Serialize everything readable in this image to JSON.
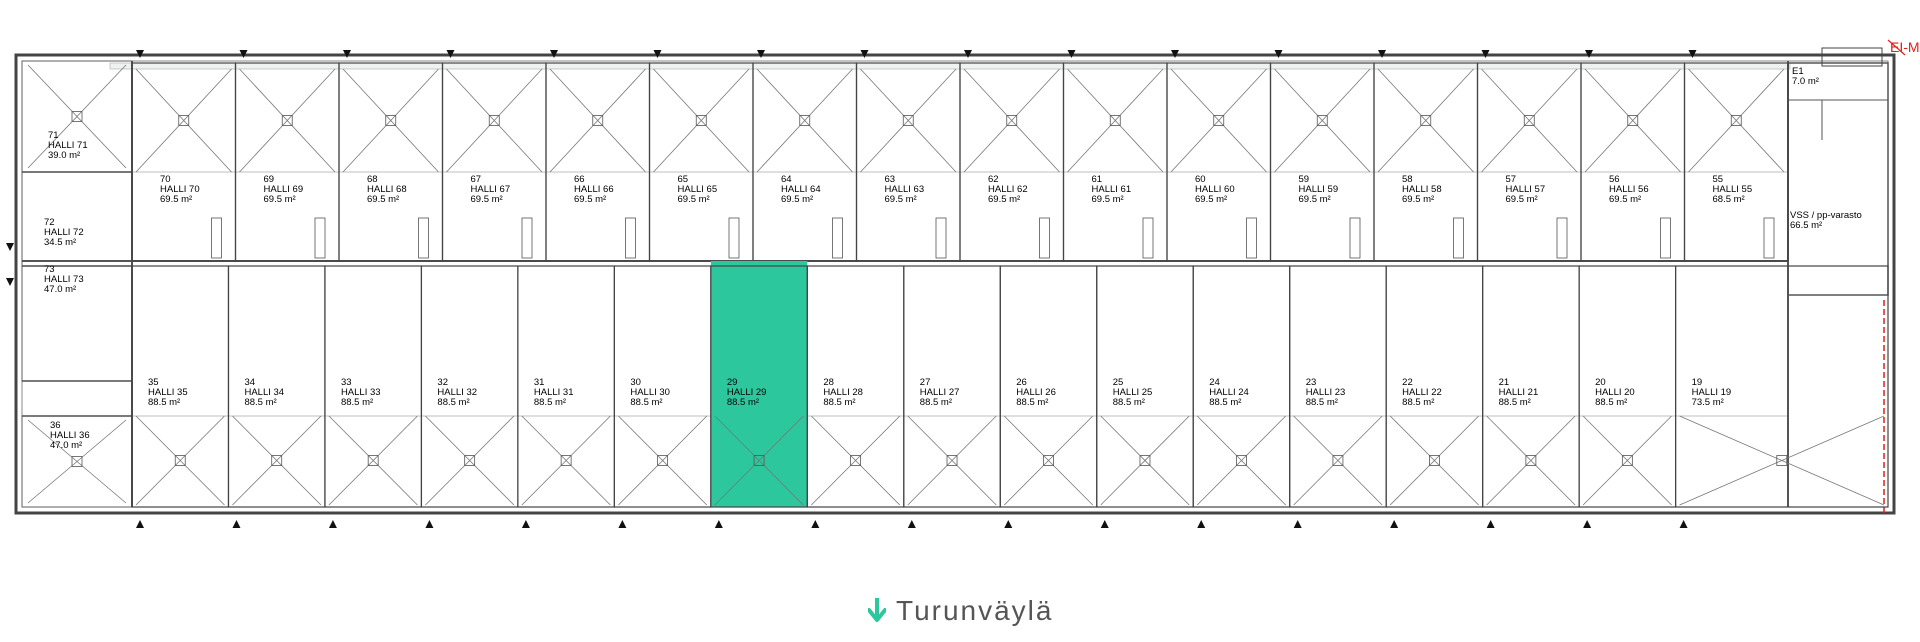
{
  "colors": {
    "highlight": "#2cc79d",
    "line": "#444444",
    "exit": "#e0201a",
    "arrow": "#2cc79d",
    "street": "#555555"
  },
  "exit_label": "EI-M",
  "street": {
    "name": "Turunväylä",
    "icon": "arrow-down-icon"
  },
  "highlighted_unit": "29",
  "top_units": [
    {
      "num": "70",
      "name": "HALLI 70",
      "area": "69.5 m²"
    },
    {
      "num": "69",
      "name": "HALLI 69",
      "area": "69.5 m²"
    },
    {
      "num": "68",
      "name": "HALLI 68",
      "area": "69.5 m²"
    },
    {
      "num": "67",
      "name": "HALLI 67",
      "area": "69.5 m²"
    },
    {
      "num": "66",
      "name": "HALLI 66",
      "area": "69.5 m²"
    },
    {
      "num": "65",
      "name": "HALLI 65",
      "area": "69.5 m²"
    },
    {
      "num": "64",
      "name": "HALLI 64",
      "area": "69.5 m²"
    },
    {
      "num": "63",
      "name": "HALLI 63",
      "area": "69.5 m²"
    },
    {
      "num": "62",
      "name": "HALLI 62",
      "area": "69.5 m²"
    },
    {
      "num": "61",
      "name": "HALLI 61",
      "area": "69.5 m²"
    },
    {
      "num": "60",
      "name": "HALLI 60",
      "area": "69.5 m²"
    },
    {
      "num": "59",
      "name": "HALLI 59",
      "area": "69.5 m²"
    },
    {
      "num": "58",
      "name": "HALLI 58",
      "area": "69.5 m²"
    },
    {
      "num": "57",
      "name": "HALLI 57",
      "area": "69.5 m²"
    },
    {
      "num": "56",
      "name": "HALLI 56",
      "area": "69.5 m²"
    },
    {
      "num": "55",
      "name": "HALLI 55",
      "area": "68.5 m²"
    }
  ],
  "bottom_units": [
    {
      "num": "35",
      "name": "HALLI 35",
      "area": "88.5 m²"
    },
    {
      "num": "34",
      "name": "HALLI 34",
      "area": "88.5 m²"
    },
    {
      "num": "33",
      "name": "HALLI 33",
      "area": "88.5 m²"
    },
    {
      "num": "32",
      "name": "HALLI 32",
      "area": "88.5 m²"
    },
    {
      "num": "31",
      "name": "HALLI 31",
      "area": "88.5 m²"
    },
    {
      "num": "30",
      "name": "HALLI 30",
      "area": "88.5 m²"
    },
    {
      "num": "29",
      "name": "HALLI 29",
      "area": "88.5 m²"
    },
    {
      "num": "28",
      "name": "HALLI 28",
      "area": "88.5 m²"
    },
    {
      "num": "27",
      "name": "HALLI 27",
      "area": "88.5 m²"
    },
    {
      "num": "26",
      "name": "HALLI 26",
      "area": "88.5 m²"
    },
    {
      "num": "25",
      "name": "HALLI 25",
      "area": "88.5 m²"
    },
    {
      "num": "24",
      "name": "HALLI 24",
      "area": "88.5 m²"
    },
    {
      "num": "23",
      "name": "HALLI 23",
      "area": "88.5 m²"
    },
    {
      "num": "22",
      "name": "HALLI 22",
      "area": "88.5 m²"
    },
    {
      "num": "21",
      "name": "HALLI 21",
      "area": "88.5 m²"
    },
    {
      "num": "20",
      "name": "HALLI 20",
      "area": "88.5 m²"
    },
    {
      "num": "19",
      "name": "HALLI 19",
      "area": "73.5 m²"
    }
  ],
  "left_units": [
    {
      "num": "71",
      "name": "HALLI 71",
      "area": "39.0 m²"
    },
    {
      "num": "72",
      "name": "HALLI 72",
      "area": "34.5 m²"
    },
    {
      "num": "73",
      "name": "HALLI 73",
      "area": "47.0 m²"
    },
    {
      "num": "36",
      "name": "HALLI 36",
      "area": "47.0 m²"
    }
  ],
  "right_rooms": [
    {
      "num": "E1",
      "name": "",
      "area": "7.0 m²"
    },
    {
      "num": "",
      "name": "VSS / pp-varasto",
      "area": "66.5 m²"
    }
  ]
}
